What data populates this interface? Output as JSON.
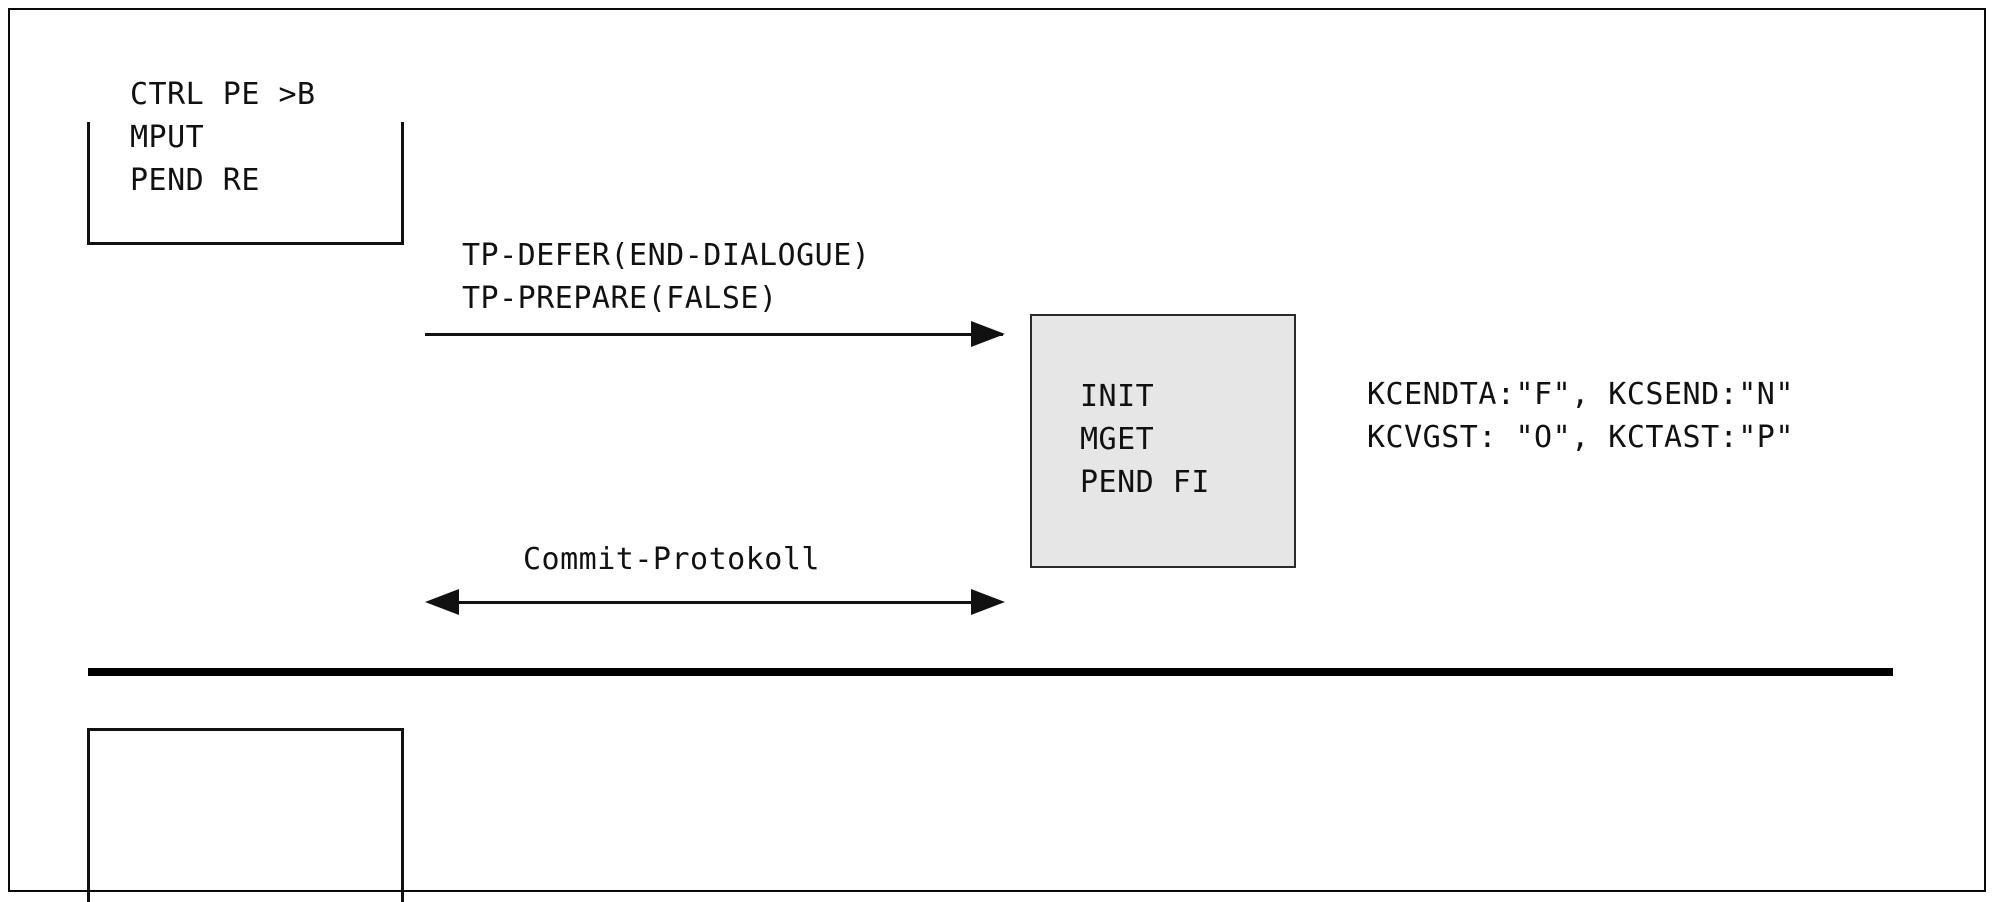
{
  "diagram": {
    "type": "sequence-diagram",
    "background_color": "#ffffff",
    "line_color": "#111111",
    "shaded_fill": "#e6e6e6",
    "frame": {
      "border_color": "#0a0a0a"
    },
    "client_box_top": {
      "lines": "CTRL PE >B\nMPUT\nPEND RE",
      "open_side": "top"
    },
    "client_box_bottom": {
      "lines": "",
      "open_side": "bottom"
    },
    "service_box": {
      "lines": "INIT\nMGET\nPEND FI",
      "fill": "#e6e6e6"
    },
    "annotations": {
      "kdcs_fields": "KCENDTA:\"F\", KCSEND:\"N\"\nKCVGST: \"O\", KCTAST:\"P\""
    },
    "arrows": [
      {
        "id": "tp-defer-prepare",
        "direction": "right",
        "label": "TP-DEFER(END-DIALOGUE)\nTP-PREPARE(FALSE)"
      },
      {
        "id": "commit-protokoll",
        "direction": "both",
        "label": "Commit-Protokoll"
      }
    ],
    "separator": {
      "style": "heavy-rule",
      "color": "#000000"
    }
  }
}
